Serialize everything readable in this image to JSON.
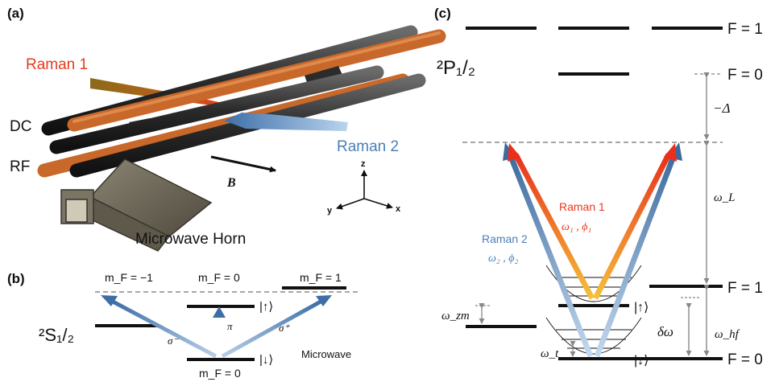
{
  "panels": {
    "a": "(a)",
    "b": "(b)",
    "c": "(c)"
  },
  "panel_a": {
    "raman1": "Raman 1",
    "raman2": "Raman 2",
    "dc": "DC",
    "rf": "RF",
    "b_field": "B",
    "horn": "Microwave Horn",
    "axes": {
      "z": "z",
      "y": "y",
      "x": "x"
    },
    "colors": {
      "raman1": "#e8391f",
      "raman2": "#4a7fb5",
      "rod_dark": "#2e2e2e",
      "rod_copper": "#c8682a"
    }
  },
  "panel_b": {
    "mf_minus1": "m_F = −1",
    "mf_0": "m_F = 0",
    "mf_1": "m_F = 1",
    "mf_0_bottom": "m_F = 0",
    "up": "|↑⟩",
    "down": "|↓⟩",
    "pi": "π",
    "sigma_minus": "σ⁻",
    "sigma_plus": "σ⁺",
    "microwave": "Microwave",
    "s_level": "²S₁/₂"
  },
  "panel_c": {
    "p_level": "²P₁/₂",
    "f1_top": "F = 1",
    "f0_top": "F = 0",
    "minus_delta": "−Δ",
    "omega_l": "ω_L",
    "raman1": "Raman 1",
    "raman1_params": "ω₁ , ϕ₁",
    "raman2": "Raman 2",
    "raman2_params": "ω₂ , ϕ₂",
    "f1_bottom": "F = 1",
    "f0_bottom": "F = 0",
    "up": "|↑⟩",
    "down": "|↓⟩",
    "omega_zm": "ω_zm",
    "omega_t": "ω_t",
    "delta_omega": "δω",
    "omega_hf": "ω_hf"
  }
}
